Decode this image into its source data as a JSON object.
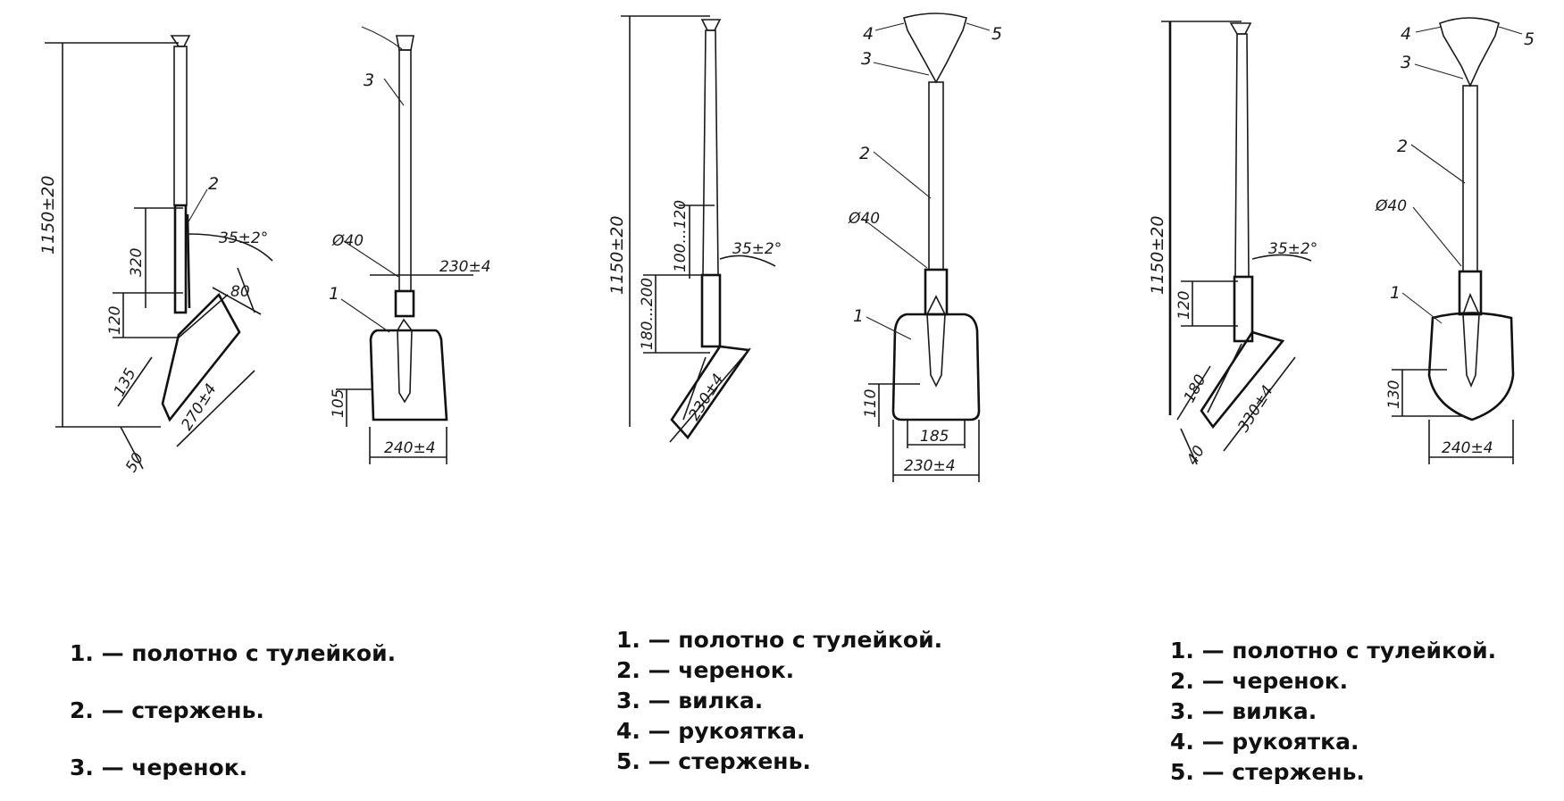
{
  "diagrams": [
    {
      "side": {
        "length": "1150±20",
        "socket_len": "320",
        "socket_low": "120",
        "angle": "35±2°",
        "blade_w": "80",
        "blade_lip": "135",
        "blade_len": "270±4",
        "edge": "50",
        "part2": "2"
      },
      "front": {
        "part3": "3",
        "dia": "Ø40",
        "width_top": "230±4",
        "part1": "1",
        "bottom_h": "105",
        "width_bottom": "240±4"
      }
    },
    {
      "side": {
        "length": "1150±20",
        "socket_len": "100...120",
        "angle": "35±2°",
        "socket_low": "180...200",
        "blade_len": "230±4"
      },
      "front": {
        "part4": "4",
        "part5": "5",
        "part3": "3",
        "part2": "2",
        "dia": "Ø40",
        "part1": "1",
        "bottom_h": "110",
        "inner_w": "185",
        "width_bottom": "230±4"
      }
    },
    {
      "side": {
        "length": "1150±20",
        "socket_low": "120",
        "angle": "35±2°",
        "blade_lip": "180",
        "blade_len": "330±4",
        "edge": "40"
      },
      "front": {
        "part4": "4",
        "part5": "5",
        "part3": "3",
        "part2": "2",
        "dia": "Ø40",
        "part1": "1",
        "bottom_h": "130",
        "width_bottom": "240±4"
      }
    }
  ],
  "legends": [
    [
      "1. — полотно с тулейкой.",
      "2. — стержень.",
      "3. — черенок."
    ],
    [
      "1. — полотно с тулейкой.",
      "2. — черенок.",
      "3. — вилка.",
      "4. — рукоятка.",
      "5. — стержень."
    ],
    [
      "1. — полотно с тулейкой.",
      "2. — черенок.",
      "3. — вилка.",
      "4. — рукоятка.",
      "5. — стержень."
    ]
  ]
}
